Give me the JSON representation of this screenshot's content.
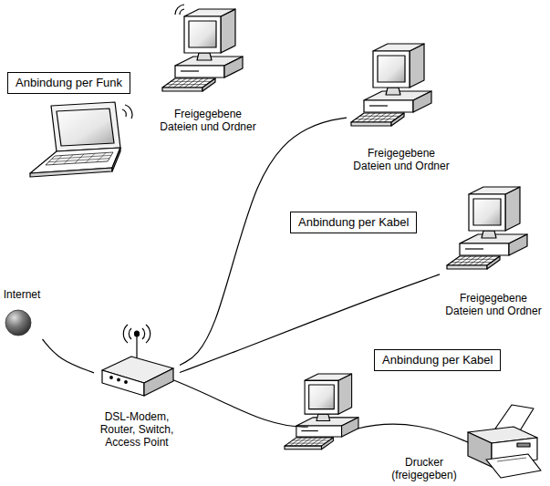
{
  "diagram": {
    "nodes": [
      {
        "text": [
          "Anbindung per Funk"
        ]
      },
      {
        "text": [
          "Freigegebene Dateien und Ordner"
        ]
      },
      {
        "text": [
          "Freigegebene Dateien und Ordner"
        ]
      },
      {
        "text": [
          "Anbindung per Kabel"
        ]
      },
      {
        "text": [
          "Freigegebene Dateien und Ordner"
        ]
      },
      {
        "text": [
          "Internet"
        ]
      },
      {
        "text": [
          "DSL-Modem, Router, Switch, Access Point"
        ]
      },
      {
        "text": [
          "Anbindung per Kabel"
        ]
      },
      {
        "text": [
          "Drucker (freigegeben)"
        ]
      }
    ],
    "edges": [
      {
        "from": 5,
        "to": 6,
        "arrow": "none"
      },
      {
        "from": 6,
        "to": 2,
        "arrow": "none"
      },
      {
        "from": 6,
        "to": 4,
        "arrow": "none"
      }
    ]
  }
}
